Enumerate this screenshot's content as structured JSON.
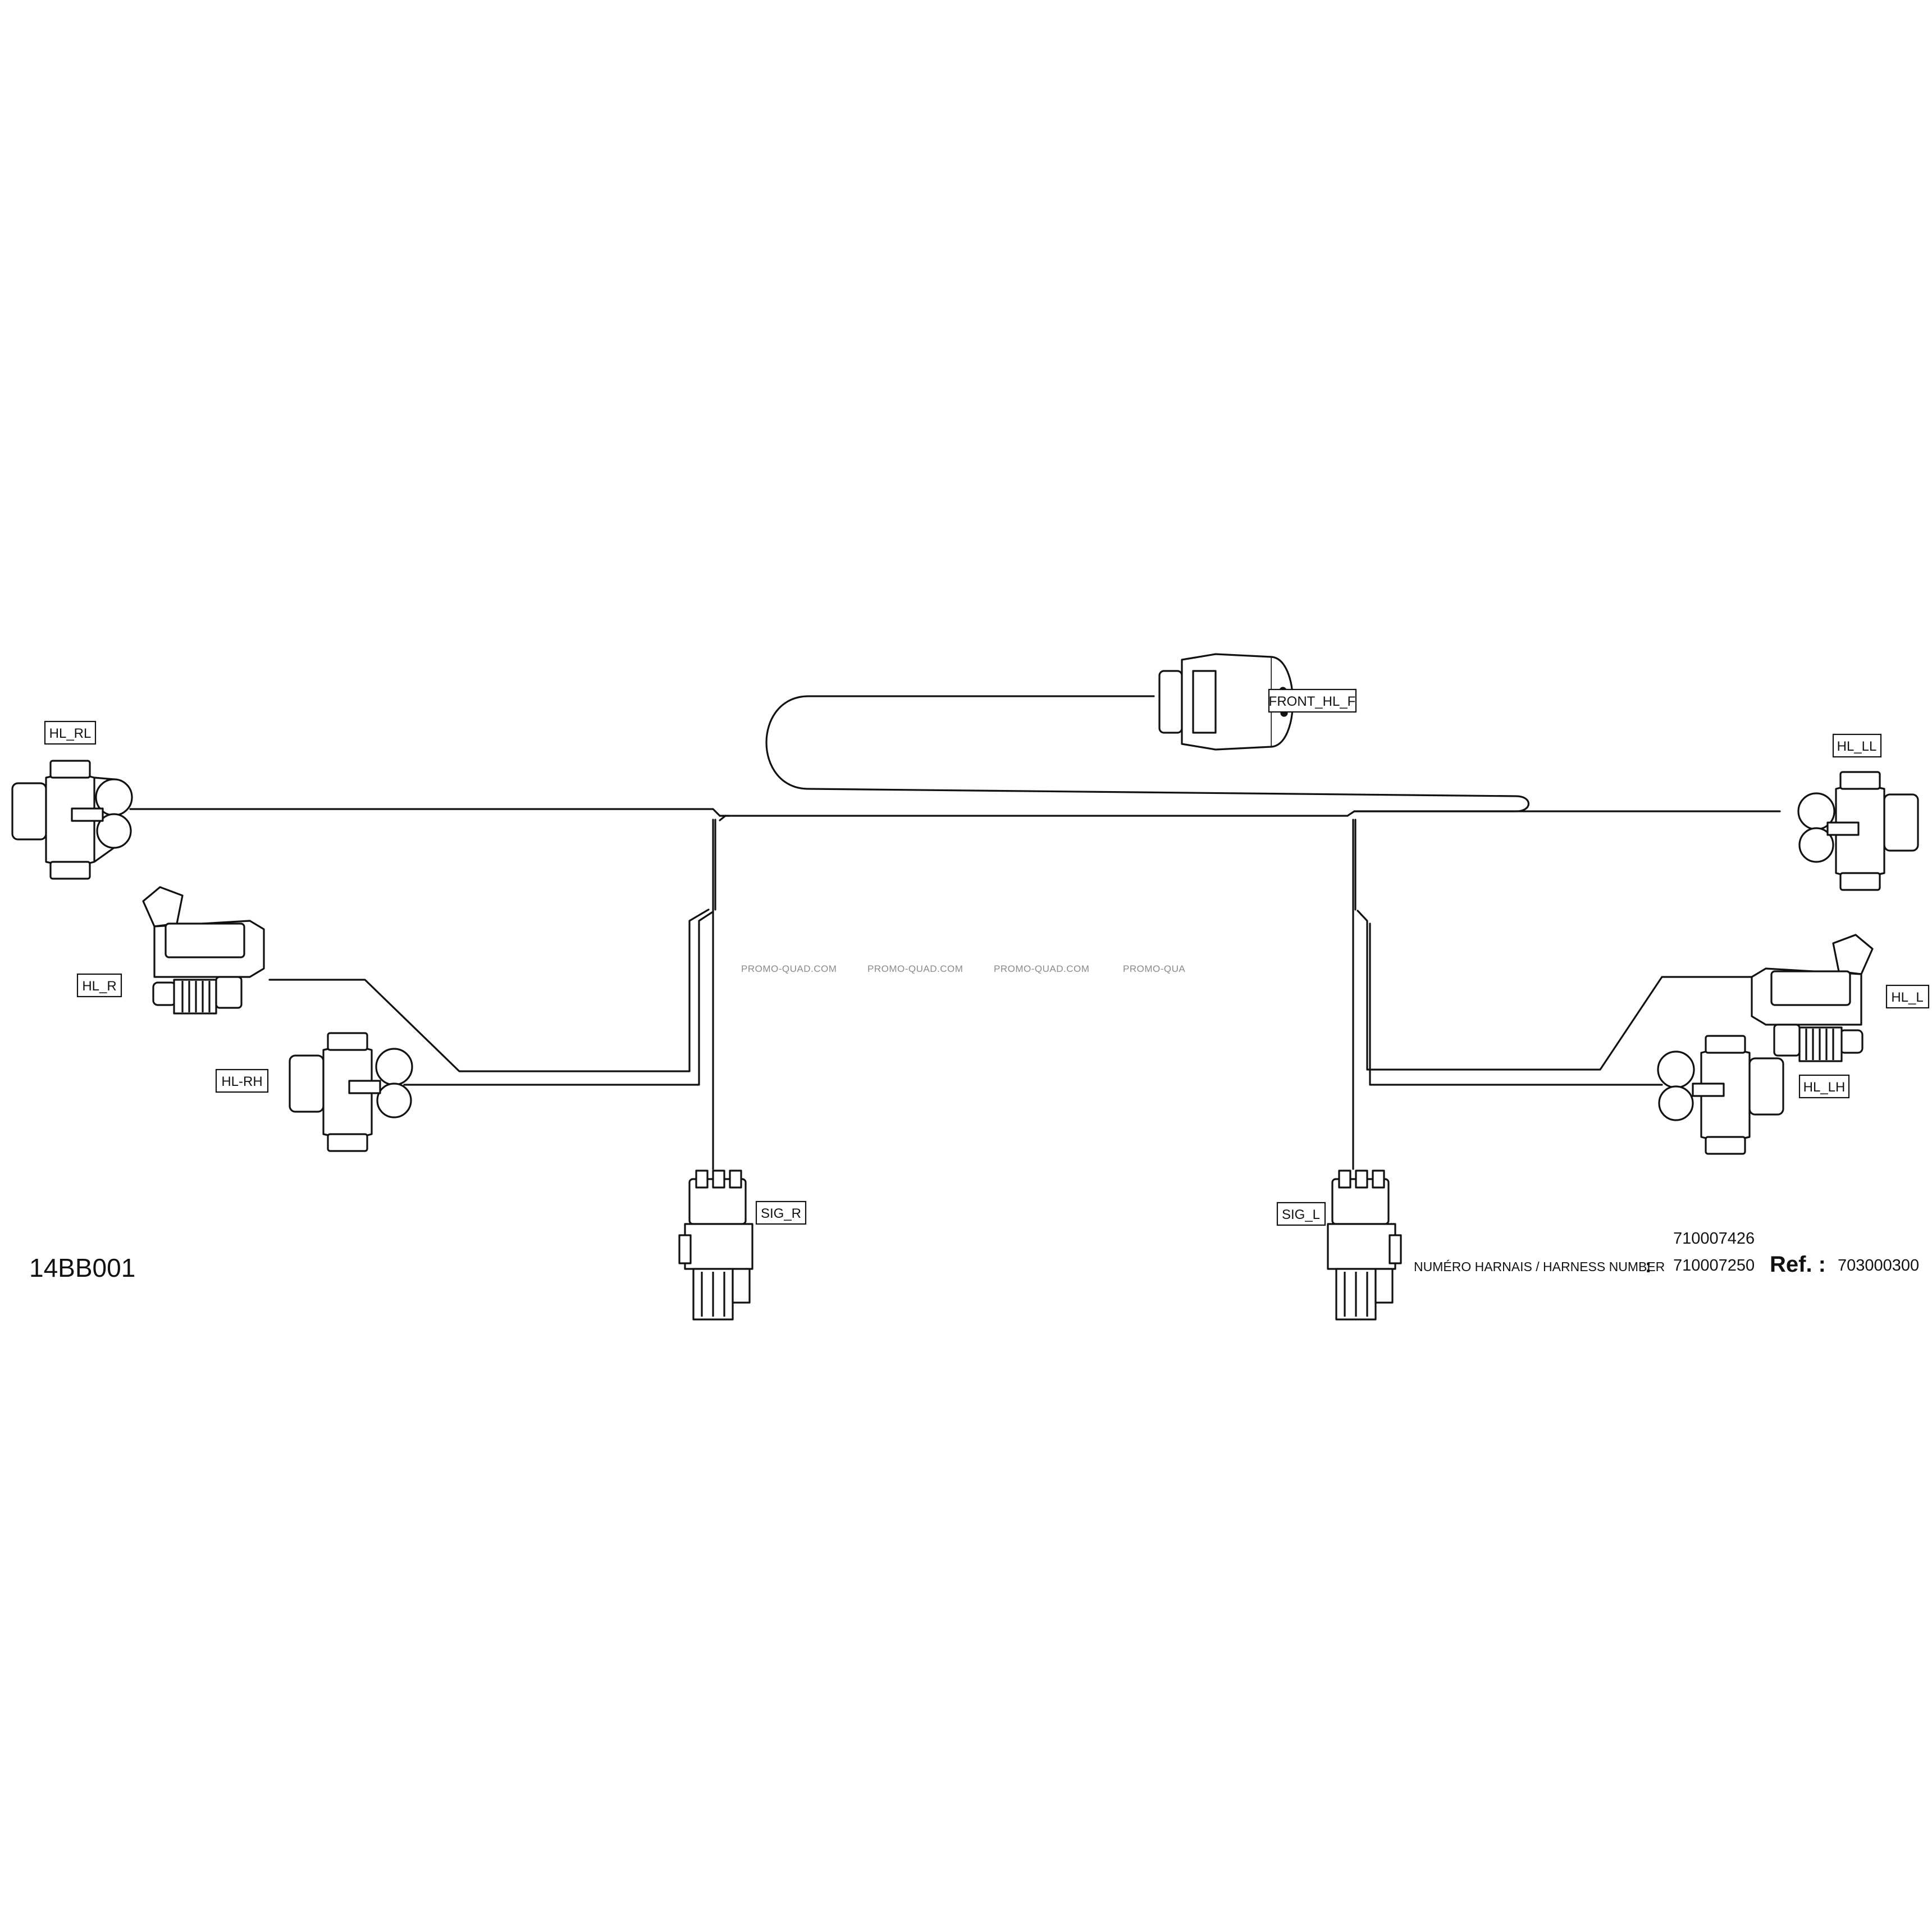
{
  "diagram": {
    "drawing_code": "14BB001",
    "harness_numbers_label": "NUMÉRO HARNAIS / HARNESS NUMBER",
    "harness_colon": ":",
    "harness_numbers": [
      "710007426",
      "710007250"
    ],
    "ref_label": "Ref. :",
    "ref_value": "703000300",
    "watermark": [
      "PROMO-QUAD.COM",
      "PROMO-QUAD.COM",
      "PROMO-QUAD.COM",
      "PROMO-QUA"
    ],
    "connectors": {
      "hl_rl": "HL_RL",
      "hl_r": "HL_R",
      "hl_rh": "HL-RH",
      "sig_r": "SIG_R",
      "front_hl_f": "FRONT_HL_F",
      "hl_ll": "HL_LL",
      "hl_l": "HL_L",
      "hl_lh": "HL_LH",
      "sig_l": "SIG_L"
    }
  }
}
